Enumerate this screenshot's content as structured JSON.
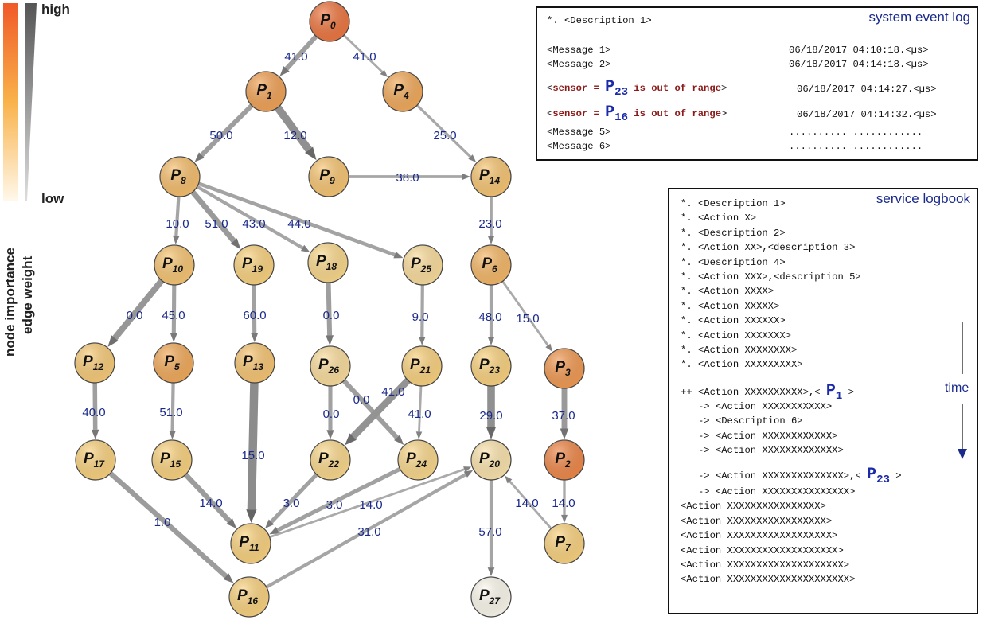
{
  "legend": {
    "high": "high",
    "low": "low",
    "node_importance": "node importance",
    "edge_weight": "edge weight"
  },
  "nodes": [
    {
      "id": "P0",
      "label": "P",
      "sub": "0",
      "level": 0.95
    },
    {
      "id": "P1",
      "label": "P",
      "sub": "1",
      "level": 0.7
    },
    {
      "id": "P4",
      "label": "P",
      "sub": "4",
      "level": 0.65
    },
    {
      "id": "P8",
      "label": "P",
      "sub": "8",
      "level": 0.5
    },
    {
      "id": "P9",
      "label": "P",
      "sub": "9",
      "level": 0.45
    },
    {
      "id": "P14",
      "label": "P",
      "sub": "14",
      "level": 0.45
    },
    {
      "id": "P10",
      "label": "P",
      "sub": "10",
      "level": 0.45
    },
    {
      "id": "P19",
      "label": "P",
      "sub": "19",
      "level": 0.35
    },
    {
      "id": "P18",
      "label": "P",
      "sub": "18",
      "level": 0.3
    },
    {
      "id": "P25",
      "label": "P",
      "sub": "25",
      "level": 0.25
    },
    {
      "id": "P6",
      "label": "P",
      "sub": "6",
      "level": 0.55
    },
    {
      "id": "P12",
      "label": "P",
      "sub": "12",
      "level": 0.4
    },
    {
      "id": "P5",
      "label": "P",
      "sub": "5",
      "level": 0.65
    },
    {
      "id": "P13",
      "label": "P",
      "sub": "13",
      "level": 0.45
    },
    {
      "id": "P26",
      "label": "P",
      "sub": "26",
      "level": 0.25
    },
    {
      "id": "P21",
      "label": "P",
      "sub": "21",
      "level": 0.35
    },
    {
      "id": "P23",
      "label": "P",
      "sub": "23",
      "level": 0.35
    },
    {
      "id": "P3",
      "label": "P",
      "sub": "3",
      "level": 0.75
    },
    {
      "id": "P17",
      "label": "P",
      "sub": "17",
      "level": 0.35
    },
    {
      "id": "P15",
      "label": "P",
      "sub": "15",
      "level": 0.35
    },
    {
      "id": "P22",
      "label": "P",
      "sub": "22",
      "level": 0.3
    },
    {
      "id": "P24",
      "label": "P",
      "sub": "24",
      "level": 0.3
    },
    {
      "id": "P20",
      "label": "P",
      "sub": "20",
      "level": 0.2
    },
    {
      "id": "P2",
      "label": "P",
      "sub": "2",
      "level": 0.85
    },
    {
      "id": "P11",
      "label": "P",
      "sub": "11",
      "level": 0.35
    },
    {
      "id": "P7",
      "label": "P",
      "sub": "7",
      "level": 0.35
    },
    {
      "id": "P16",
      "label": "P",
      "sub": "16",
      "level": 0.35
    },
    {
      "id": "P27",
      "label": "P",
      "sub": "27",
      "level": 0.0
    }
  ],
  "edges": [
    {
      "from": "P0",
      "to": "P1",
      "label": "41.0",
      "weight": 0.5
    },
    {
      "from": "P0",
      "to": "P4",
      "label": "41.0",
      "weight": 0.15
    },
    {
      "from": "P1",
      "to": "P8",
      "label": "50.0",
      "weight": 0.5
    },
    {
      "from": "P1",
      "to": "P9",
      "label": "12.0",
      "weight": 0.9
    },
    {
      "from": "P4",
      "to": "P14",
      "label": "25.0",
      "weight": 0.2
    },
    {
      "from": "P9",
      "to": "P14",
      "label": "38.0",
      "weight": 0.25
    },
    {
      "from": "P8",
      "to": "P10",
      "label": "10.0",
      "weight": 0.3
    },
    {
      "from": "P8",
      "to": "P19",
      "label": "51.0",
      "weight": 0.6
    },
    {
      "from": "P8",
      "to": "P18",
      "label": "43.0",
      "weight": 0.3
    },
    {
      "from": "P8",
      "to": "P25",
      "label": "44.0",
      "weight": 0.35
    },
    {
      "from": "P14",
      "to": "P6",
      "label": "23.0",
      "weight": 0.25
    },
    {
      "from": "P10",
      "to": "P12",
      "label": "0.0",
      "weight": 0.7
    },
    {
      "from": "P10",
      "to": "P5",
      "label": "45.0",
      "weight": 0.4
    },
    {
      "from": "P19",
      "to": "P13",
      "label": "60.0",
      "weight": 0.4
    },
    {
      "from": "P18",
      "to": "P26",
      "label": "0.0",
      "weight": 0.5
    },
    {
      "from": "P25",
      "to": "P21",
      "label": "9.0",
      "weight": 0.3
    },
    {
      "from": "P6",
      "to": "P23",
      "label": "48.0",
      "weight": 0.3
    },
    {
      "from": "P6",
      "to": "P3",
      "label": "15.0",
      "weight": 0.15
    },
    {
      "from": "P12",
      "to": "P17",
      "label": "40.0",
      "weight": 0.45
    },
    {
      "from": "P5",
      "to": "P15",
      "label": "51.0",
      "weight": 0.3
    },
    {
      "from": "P26",
      "to": "P22",
      "label": "0.0",
      "weight": 0.4
    },
    {
      "from": "P26",
      "to": "P24",
      "label": "0.0",
      "weight": 0.5
    },
    {
      "from": "P21",
      "to": "P22",
      "label": "41.0",
      "weight": 0.8
    },
    {
      "from": "P21",
      "to": "P24",
      "label": "41.0",
      "weight": 0.15
    },
    {
      "from": "P23",
      "to": "P20",
      "label": "29.0",
      "weight": 0.9
    },
    {
      "from": "P3",
      "to": "P2",
      "label": "37.0",
      "weight": 0.6
    },
    {
      "from": "P13",
      "to": "P11",
      "label": "15.0",
      "weight": 1.0
    },
    {
      "from": "P15",
      "to": "P11",
      "label": "14.0",
      "weight": 0.55
    },
    {
      "from": "P22",
      "to": "P11",
      "label": "3.0",
      "weight": 0.4
    },
    {
      "from": "P24",
      "to": "P11",
      "label": "3.0",
      "weight": 0.4
    },
    {
      "from": "P11",
      "to": "P20",
      "label": "14.0",
      "weight": 0.15
    },
    {
      "from": "P17",
      "to": "P16",
      "label": "1.0",
      "weight": 0.55
    },
    {
      "from": "P16",
      "to": "P20",
      "label": "31.0",
      "weight": 0.3
    },
    {
      "from": "P20",
      "to": "P27",
      "label": "57.0",
      "weight": 0.3
    },
    {
      "from": "P2",
      "to": "P7",
      "label": "14.0",
      "weight": 0.2
    },
    {
      "from": "P7",
      "to": "P20",
      "label": "14.0",
      "weight": 0.15
    }
  ],
  "event_log": {
    "title": "system event log",
    "header": "*. <Description 1>",
    "entries": [
      {
        "text": "<Message 1>",
        "ts": "06/18/2017 04:10:18.<µs>"
      },
      {
        "text": "<Message 2>",
        "ts": "06/18/2017 04:14:18.<µs>"
      },
      {
        "pre": "<",
        "sensor": "sensor = ",
        "p": "P",
        "psub": "23",
        "post_sensor": " is out of range",
        ">": ">",
        "ts": "06/18/2017 04:14:27.<µs>"
      },
      {
        "pre": "<",
        "sensor": "sensor = ",
        "p": "P",
        "psub": "16",
        "post_sensor": " is out of range",
        ">": ">",
        "ts": "06/18/2017 04:14:32.<µs>"
      },
      {
        "text": "<Message 5>",
        "ts": ".......... ............"
      },
      {
        "text": "<Message 6>",
        "ts": ".......... ............"
      }
    ]
  },
  "service_log": {
    "title": "service logbook",
    "lines": [
      "*. <Description 1>",
      "*. <Action X>",
      "*. <Description 2>",
      "*. <Action XX>,<description 3>",
      "*. <Description 4>",
      "*. <Action XXX>,<description 5>",
      "*. <Action XXXX>",
      "*. <Action XXXXX>",
      "*. <Action XXXXXX>",
      "*. <Action XXXXXXX>",
      "*. <Action XXXXXXXX>",
      "*. <Action XXXXXXXXX>"
    ],
    "p1_line": {
      "text": "++ <Action XXXXXXXXXX>,< ",
      "p": "P",
      "psub": "1",
      "end": " >"
    },
    "sub_lines_a": [
      "   -> <Action XXXXXXXXXXX>",
      "   -> <Description 6>",
      "   -> <Action XXXXXXXXXXXX>",
      "   -> <Action XXXXXXXXXXXXX>"
    ],
    "p23_line": {
      "text": "   -> <Action XXXXXXXXXXXXXX>,< ",
      "p": "P",
      "psub": "23",
      "end": " >"
    },
    "sub_lines_b": [
      "   -> <Action XXXXXXXXXXXXXXX>",
      "<Action XXXXXXXXXXXXXXXX>",
      "<Action XXXXXXXXXXXXXXXXX>",
      "<Action XXXXXXXXXXXXXXXXXX>",
      "<Action XXXXXXXXXXXXXXXXXXX>",
      "<Action XXXXXXXXXXXXXXXXXXXX>",
      "<Action XXXXXXXXXXXXXXXXXXXXX>"
    ],
    "time_label": "time"
  }
}
